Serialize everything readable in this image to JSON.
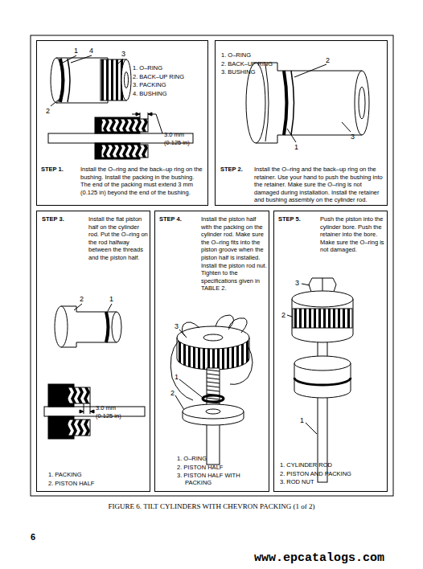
{
  "diagram": {
    "caption": "FIGURE 6. TILT CYLINDERS WITH CHEVRON PACKING (1 of 2)",
    "nodes": [
      {
        "text": [
          "STEP 1.",
          "Install the O–ring and the back–up ring on the bushing. Install the packing in the bushing. The end of the packing must extend 3 mm (0.125 in) beyond the end of the bushing."
        ]
      },
      {
        "text": [
          "STEP 2.",
          "Install the O–ring and the back–up ring on the retainer. Use your hand to push the bushing into the retainer. Make sure the O–ring is not damaged during installation. Install the retainer and bushing assembly on the cylinder rod."
        ]
      },
      {
        "text": [
          "STEP 3.",
          "Install the flat piston half on the cylinder rod. Put the O–ring on the rod halfway between the threads and the piston half."
        ]
      },
      {
        "text": [
          "STEP 4.",
          "Install the piston half with the packing on the cylinder rod. Make sure the O–ring fits into the piston groove when the piston half is installed. Install the piston rod nut. Tighten to the specifications given in TABLE 2."
        ]
      },
      {
        "text": [
          "STEP 5.",
          "Push the piston into the cylinder bore. Push the retainer into the bore. Make sure the O–ring is not damaged."
        ]
      }
    ],
    "labels": [
      "1",
      "4",
      "3",
      "2",
      "1. O–RING",
      "2. BACK–UP RING",
      "3. PACKING",
      "4. BUSHING",
      "3.0 mm",
      "(0.125 in)",
      "1. O–RING",
      "2. BACK–UP RING",
      "3. BUSHING",
      "2",
      "3",
      "1",
      "2",
      "1",
      "3.0 mm",
      "(0.125 in)",
      "1. PACKING",
      "2. PISTON HALF",
      "3",
      "1",
      "2",
      "1. O–RING",
      "2. PISTON HALF",
      "3. PISTON HALF WITH PACKING",
      "1. CYLINDER ROD",
      "2. PISTON AND PACKING",
      "3. ROD NUT",
      "3",
      "2",
      "1",
      "6",
      "www.epcatalogs.com"
    ]
  }
}
